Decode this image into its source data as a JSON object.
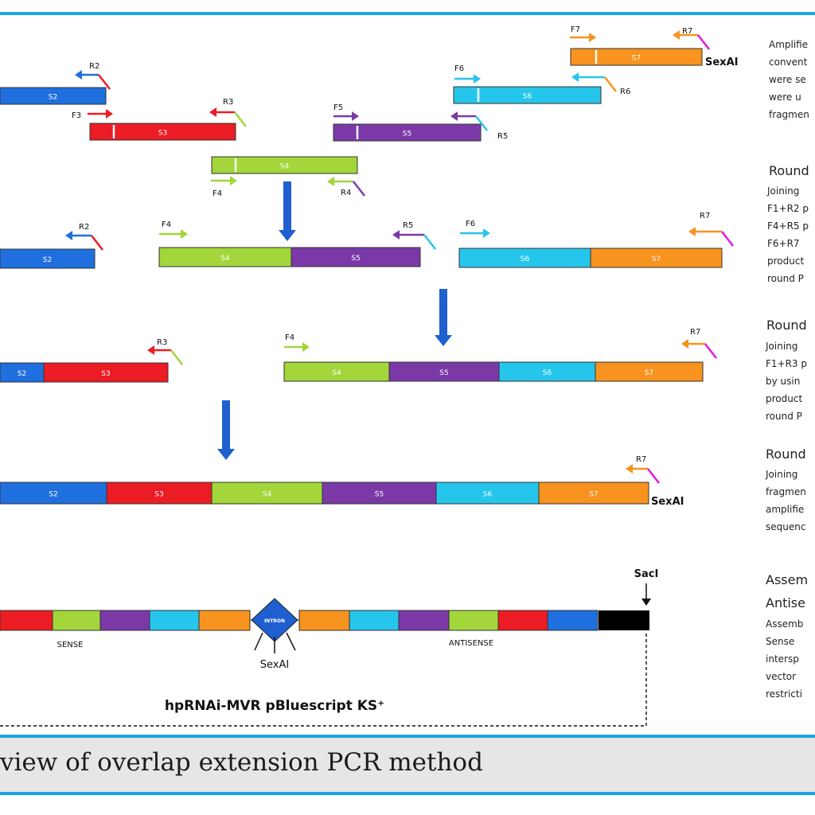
{
  "segments": {
    "s2": "S2",
    "s3": "S3",
    "s4": "S4",
    "s5": "S5",
    "s6": "S6",
    "s7": "S7"
  },
  "primers": {
    "f3": "F3",
    "f4": "F4",
    "f5": "F5",
    "f6": "F6",
    "f7": "F7",
    "r2": "R2",
    "r3": "R3",
    "r4": "R4",
    "r5": "R5",
    "r6": "R6",
    "r7": "R7"
  },
  "sites": {
    "sexai": "SexAI",
    "saci": "SacI"
  },
  "construct": {
    "sense": "SENSE",
    "antisense": "ANTISENSE",
    "intron": "INTRON",
    "vector": "hpRNAi-MVR pBluescript KS⁺"
  },
  "side_panel": {
    "intro": [
      "Amplifie",
      "convent",
      "were se",
      "were u",
      "fragmen"
    ],
    "round1": {
      "heading": "Round",
      "lines": [
        "Joining",
        "F1+R2 p",
        "F4+R5 p",
        "F6+R7",
        "product",
        "round P"
      ]
    },
    "round2": {
      "heading": "Round",
      "lines": [
        "Joining",
        "F1+R3 p",
        "by usin",
        "product",
        "round P"
      ]
    },
    "round3": {
      "heading": "Round",
      "lines": [
        "Joining",
        "fragmen",
        "amplifie",
        "sequenc"
      ]
    },
    "assembly": {
      "heading1": "Assem",
      "heading2": "Antise",
      "lines": [
        "Assemb",
        "Sense",
        "intersp",
        "vector",
        "restricti"
      ]
    }
  },
  "caption": "view of overlap extension PCR method",
  "colors": {
    "S2": "#1f6fde",
    "S3": "#ec1c24",
    "S4": "#a2d63a",
    "S5": "#7b39a8",
    "S6": "#26c6ec",
    "S7": "#f7931e",
    "arrow": "#1f5fcf",
    "rule": "#1aa6dd",
    "sexai_tail": "#e01ae0"
  }
}
